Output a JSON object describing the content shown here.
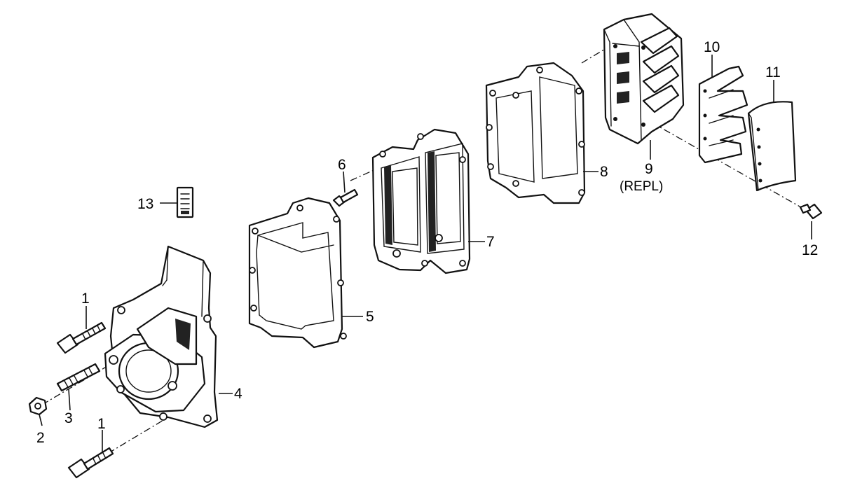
{
  "callouts": {
    "c1a": "1",
    "c1b": "1",
    "c2": "2",
    "c3": "3",
    "c4": "4",
    "c5": "5",
    "c6": "6",
    "c7": "7",
    "c8": "8",
    "c9": "9",
    "c9_note": "(REPL)",
    "c10": "10",
    "c11": "11",
    "c12": "12",
    "c13": "13"
  }
}
